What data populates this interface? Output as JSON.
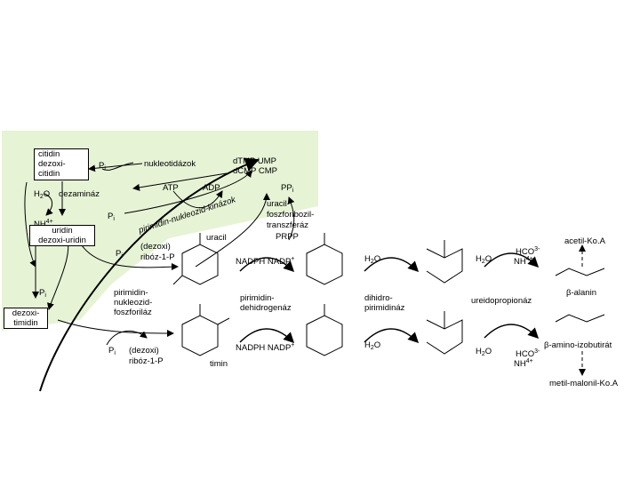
{
  "colors": {
    "background_panel": "#e6f3d5",
    "line": "#000000"
  },
  "left_panel": {
    "citidin_box": [
      "citidin",
      "dezoxi-",
      "citidin"
    ],
    "h2o": "H",
    "h2o_sub": "2",
    "h2o_tail": "O",
    "dezaminaz": "dezamináz",
    "nh4": "NH",
    "nh4_sup": "4+",
    "uridin_box": [
      "uridin",
      "dezoxi-uridin"
    ],
    "pi_left": "P",
    "pi_left_sub": "i",
    "dezoxitimidin_box": [
      "dezoxi-",
      "timidin"
    ]
  },
  "top": {
    "pi_top": "P",
    "pi_top_sub": "i",
    "nukleotidazok": "nukleotidázok",
    "dtmp": "dTMP UMP",
    "dcmp": "dCMP CMP",
    "atp": "ATP",
    "adp": "ADP",
    "ppi": "PP",
    "ppi_sub": "i",
    "kinazok": "pirimidin-nukleozid-kinázok"
  },
  "middle": {
    "pi_mid": "P",
    "pi_mid_sub": "i",
    "pi_mid2": "P",
    "pi_mid2_sub": "i",
    "dezoxi_ribozP_1": "(dezoxi)",
    "dezoxi_ribozP_2": "ribóz-1-P",
    "uracil": "uracil",
    "uracil_enzyme": [
      "uracil-",
      "foszforibozil-",
      "transzferáz"
    ],
    "prpp": "PRPP",
    "foszforilaz": [
      "pirimidin-",
      "nukleozid-",
      "foszforiláz"
    ],
    "pi_bot": "P",
    "pi_bot_sub": "i",
    "dezoxi_ribozP_bot_1": "(dezoxi)",
    "dezoxi_ribozP_bot_2": "ribóz-1-P",
    "timin": "timin"
  },
  "right": {
    "nadph_top": "NADPH NADP",
    "nadph_bot": "NADPH NADP",
    "dehidrogenaz": [
      "pirimidin-",
      "dehidrogenáz"
    ],
    "h2o_a": "H",
    "h2o_a_sub": "2",
    "h2o_a_tail": "O",
    "h2o_b": "H",
    "h2o_b_sub": "2",
    "h2o_b_tail": "O",
    "dihidropirimidinaz": [
      "dihidro-",
      "pirimidináz"
    ],
    "h2o_c": "H",
    "h2o_c_sub": "2",
    "h2o_c_tail": "O",
    "h2o_d": "H",
    "h2o_d_sub": "2",
    "h2o_d_tail": "O",
    "hco3_top": "HCO",
    "hco3_top_sup": "3-",
    "nh4_top": "NH",
    "nh4_top_sup": "4+",
    "ureidopropionaz": "ureidopropionáz",
    "hco3_bot": "HCO",
    "hco3_bot_sup": "3-",
    "nh4_bot": "NH",
    "nh4_bot_sup": "4+",
    "acetil_koa": "acetil-Ko.A",
    "beta_alanin": "β-alanin",
    "beta_amino_izobutirat": "β-amino-izobutirát",
    "metil_malonil_koa": "metil-malonil-Ko.A"
  }
}
